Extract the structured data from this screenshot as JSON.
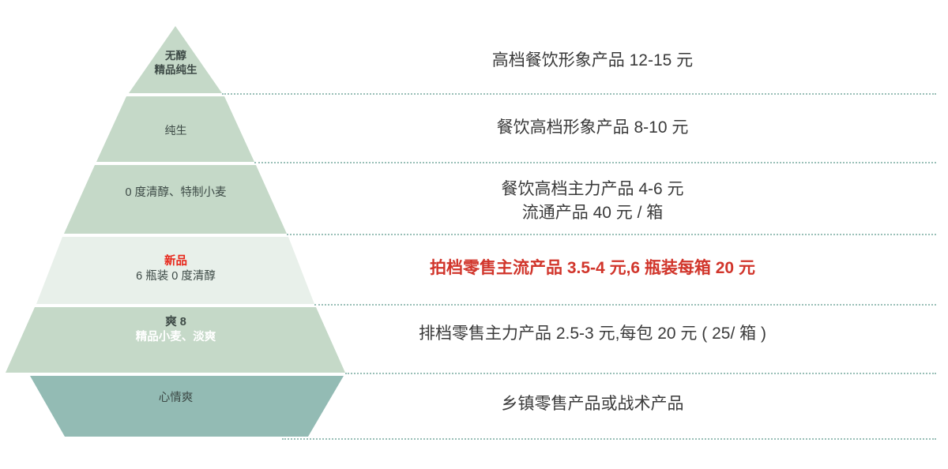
{
  "colors": {
    "layer_light": "#c5d9c8",
    "layer_highlight": "#e8f0ea",
    "layer_base": "#93bbb4",
    "accent_red": "#d1352b",
    "badge_red": "#e8271b",
    "separator": "#8fb9b0",
    "text_dark": "#3a3a3a",
    "background": "#ffffff"
  },
  "pyramid": {
    "name": "product-price-tier-pyramid",
    "levels": [
      {
        "index": 1,
        "label_line1": "无醇",
        "label_line2": "精品纯生",
        "label_color": "#3d4a46",
        "fill": "#c5d9c8"
      },
      {
        "index": 2,
        "label_line1": "纯生",
        "label_line2": "",
        "label_color": "#3d4a46",
        "fill": "#c5d9c8"
      },
      {
        "index": 3,
        "label_line1": "0 度清醇、特制小麦",
        "label_line2": "",
        "label_color": "#3d4a46",
        "fill": "#c5d9c8"
      },
      {
        "index": 4,
        "label_line1": "新品",
        "label_line2": "6 瓶装 0 度清醇",
        "label_color": "#3d4a46",
        "badge_color": "#e8271b",
        "fill": "#e8f0ea"
      },
      {
        "index": 5,
        "label_line1": "爽 8",
        "label_line2": "精品小麦、淡爽",
        "label_color": "#3d4a46",
        "sub_color": "#ffffff",
        "fill": "#c5d9c8"
      },
      {
        "index": 6,
        "label_line1": "心情爽",
        "label_line2": "",
        "label_color": "#3d4a46",
        "fill": "#93bbb4"
      }
    ]
  },
  "descriptions": [
    {
      "index": 1,
      "line1": "高档餐饮形象产品 12-15 元",
      "line2": "",
      "highlight": false
    },
    {
      "index": 2,
      "line1": "餐饮高档形象产品 8-10 元",
      "line2": "",
      "highlight": false
    },
    {
      "index": 3,
      "line1": "餐饮高档主力产品 4-6 元",
      "line2": "流通产品 40 元 / 箱",
      "highlight": false
    },
    {
      "index": 4,
      "line1": "拍档零售主流产品 3.5-4 元,6 瓶装每箱 20 元",
      "line2": "",
      "highlight": true
    },
    {
      "index": 5,
      "line1": "排档零售主力产品 2.5-3 元,每包 20 元 ( 25/ 箱 )",
      "line2": "",
      "highlight": false
    },
    {
      "index": 6,
      "line1": "乡镇零售产品或战术产品",
      "line2": "",
      "highlight": false
    }
  ]
}
